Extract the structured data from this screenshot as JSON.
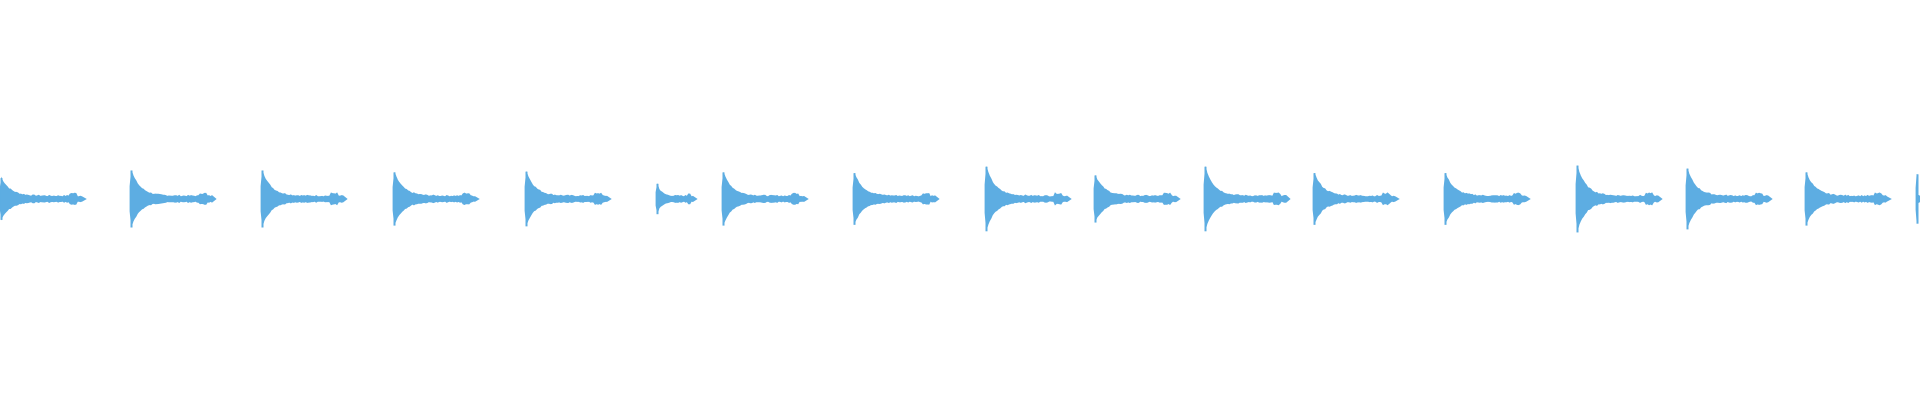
{
  "waveform": {
    "color": "#5dade2",
    "background": "#ffffff",
    "transients": [
      {
        "amplitude": 0.55,
        "decay": 1.0
      },
      {
        "amplitude": 0.75,
        "decay": 1.0
      },
      {
        "amplitude": 0.75,
        "decay": 1.0
      },
      {
        "amplitude": 0.7,
        "decay": 1.0
      },
      {
        "amplitude": 0.72,
        "decay": 1.0
      },
      {
        "amplitude": 0.4,
        "decay": 0.45
      },
      {
        "amplitude": 0.7,
        "decay": 1.0
      },
      {
        "amplitude": 0.68,
        "decay": 1.0
      },
      {
        "amplitude": 0.85,
        "decay": 1.0
      },
      {
        "amplitude": 0.62,
        "decay": 1.0
      },
      {
        "amplitude": 0.85,
        "decay": 1.0
      },
      {
        "amplitude": 0.68,
        "decay": 1.0
      },
      {
        "amplitude": 0.68,
        "decay": 1.0
      },
      {
        "amplitude": 0.88,
        "decay": 1.0
      },
      {
        "amplitude": 0.8,
        "decay": 1.0
      },
      {
        "amplitude": 0.7,
        "decay": 1.0
      },
      {
        "amplitude": 0.65,
        "decay": 0.05
      }
    ]
  }
}
